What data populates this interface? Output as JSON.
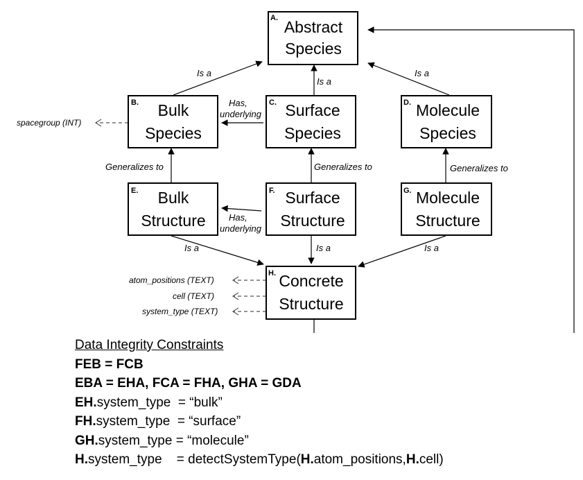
{
  "nodes": {
    "A": {
      "letter": "A.",
      "line1": "Abstract",
      "line2": "Species"
    },
    "B": {
      "letter": "B.",
      "line1": "Bulk",
      "line2": "Species"
    },
    "C": {
      "letter": "C.",
      "line1": "Surface",
      "line2": "Species"
    },
    "D": {
      "letter": "D.",
      "line1": "Molecule",
      "line2": "Species"
    },
    "E": {
      "letter": "E.",
      "line1": "Bulk",
      "line2": "Structure"
    },
    "F": {
      "letter": "F.",
      "line1": "Surface",
      "line2": "Structure"
    },
    "G": {
      "letter": "G.",
      "line1": "Molecule",
      "line2": "Structure"
    },
    "H": {
      "letter": "H.",
      "line1": "Concrete",
      "line2": "Structure"
    }
  },
  "edge_labels": {
    "is_a": "Is a",
    "generalizes_to": "Generalizes to",
    "has_line1": "Has,",
    "has_line2": "underlying"
  },
  "attributes": {
    "spacegroup": "spacegroup (INT)",
    "atom_positions": "atom_positions (TEXT)",
    "cell": "cell (TEXT)",
    "system_type": "system_type (TEXT)"
  },
  "constraints": {
    "title": "Data Integrity Constraints",
    "c1": "FEB = FCB",
    "c2": "EBA = EHA, FCA = FHA, GHA = GDA",
    "c3_bold": "EH.",
    "c3_rest": "system_type  = “bulk”",
    "c4_bold": "FH.",
    "c4_rest": "system_type  = “surface”",
    "c5_bold": "GH.",
    "c5_rest": "system_type = “molecule”",
    "c6_bold": "H.",
    "c6_mid": "system_type    = detectSystemType(",
    "c6_bold2": "H.",
    "c6_mid2": "atom_positions,",
    "c6_bold3": "H.",
    "c6_end": "cell)"
  }
}
